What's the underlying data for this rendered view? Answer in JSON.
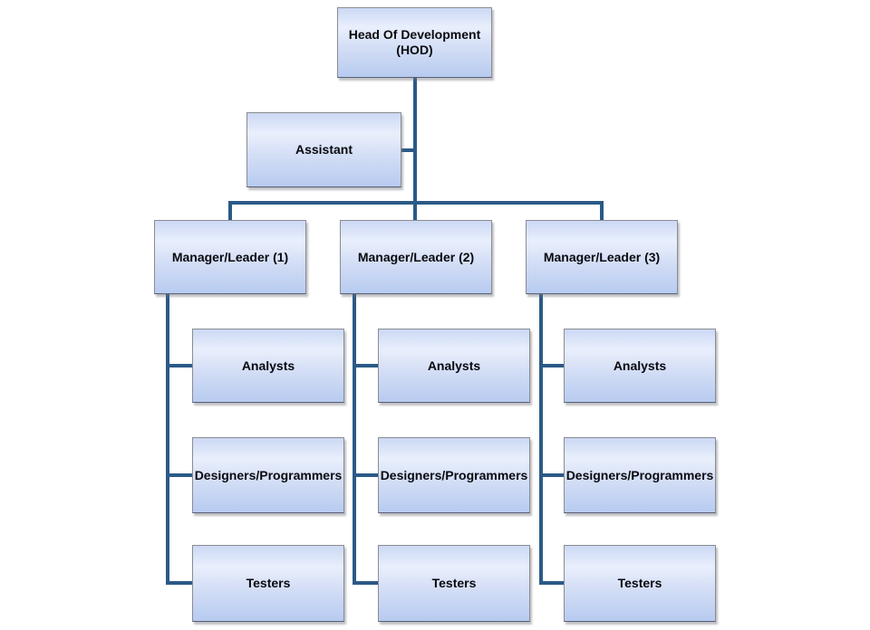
{
  "org_chart": {
    "root": {
      "label": "Head Of Development (HOD)"
    },
    "assistant": {
      "label": "Assistant"
    },
    "managers": [
      {
        "label": "Manager/Leader (1)",
        "reports": [
          {
            "label": "Analysts"
          },
          {
            "label": "Designers/Programmers"
          },
          {
            "label": "Testers"
          }
        ]
      },
      {
        "label": "Manager/Leader (2)",
        "reports": [
          {
            "label": "Analysts"
          },
          {
            "label": "Designers/Programmers"
          },
          {
            "label": "Testers"
          }
        ]
      },
      {
        "label": "Manager/Leader (3)",
        "reports": [
          {
            "label": "Analysts"
          },
          {
            "label": "Designers/Programmers"
          },
          {
            "label": "Testers"
          }
        ]
      }
    ],
    "style": {
      "connector_color": "#2B5A87",
      "box_border_color": "#8B8C92",
      "box_gradient_top": "#CBD8F4",
      "box_gradient_highlight": "#E9EFFC",
      "box_gradient_bottom": "#B7CBF0",
      "text_color": "#09090F",
      "background_color": "#FFFFFF"
    }
  }
}
